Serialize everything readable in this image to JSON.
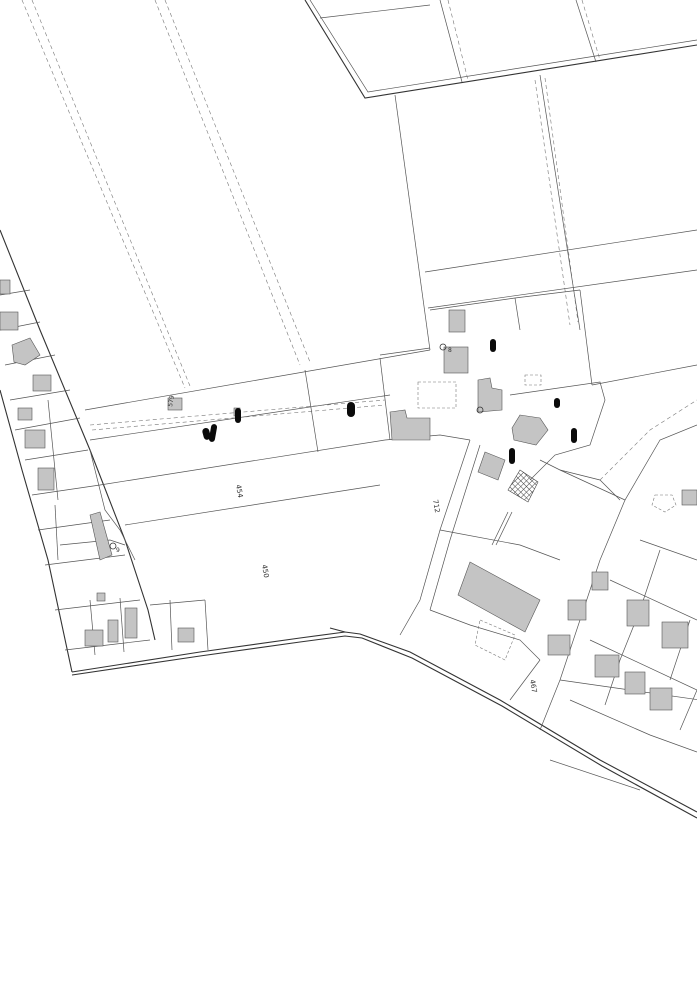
{
  "map": {
    "parcel_labels": [
      "579",
      "454",
      "450",
      "712",
      "467",
      "8",
      "9"
    ],
    "colors": {
      "background": "#ffffff",
      "building": "#c4c4c4",
      "marker": "#0a0a0a",
      "line": "#555555"
    }
  }
}
